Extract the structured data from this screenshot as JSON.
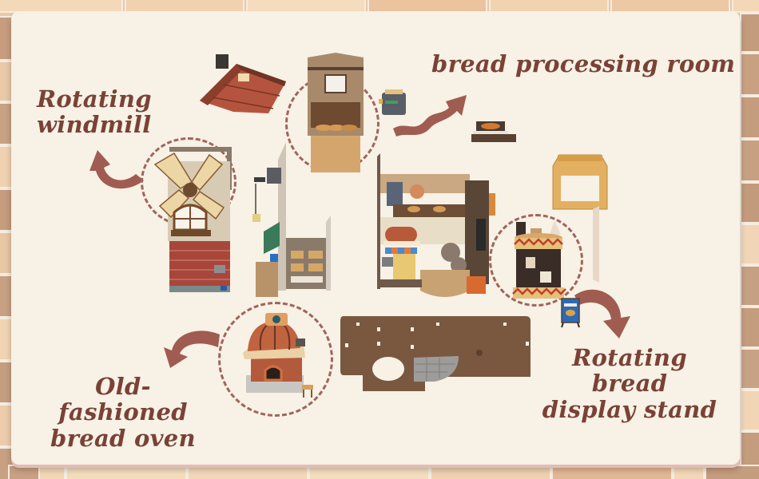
{
  "labels": {
    "windmill": [
      "Rotating",
      "windmill"
    ],
    "processing_room": "bread processing room",
    "oven": [
      "Old-fashioned",
      "bread oven"
    ],
    "display_stand": [
      "Rotating bread",
      "display stand"
    ]
  },
  "colors": {
    "label_text": "#7a4236",
    "arrow": "#a05c50",
    "dashed_circle": "#a0655a",
    "board": "#f7f1e6",
    "brick_light": "#f3d6b4",
    "brick_dark": "#c8a082"
  },
  "components": [
    {
      "name": "roof",
      "description": "tiled roof piece with chimney"
    },
    {
      "name": "bread-processing-room",
      "description": "highlighted in dashed circle"
    },
    {
      "name": "toaster"
    },
    {
      "name": "bread-tray"
    },
    {
      "name": "windmill-facade",
      "description": "highlighted in dashed circle"
    },
    {
      "name": "side-shelf-wall"
    },
    {
      "name": "main-bakery-house"
    },
    {
      "name": "display-stand",
      "description": "highlighted in dashed circle"
    },
    {
      "name": "wooden-box-frame"
    },
    {
      "name": "sandwich-board-sign"
    },
    {
      "name": "bread-oven",
      "description": "highlighted in dashed circle"
    },
    {
      "name": "base-plate"
    }
  ]
}
